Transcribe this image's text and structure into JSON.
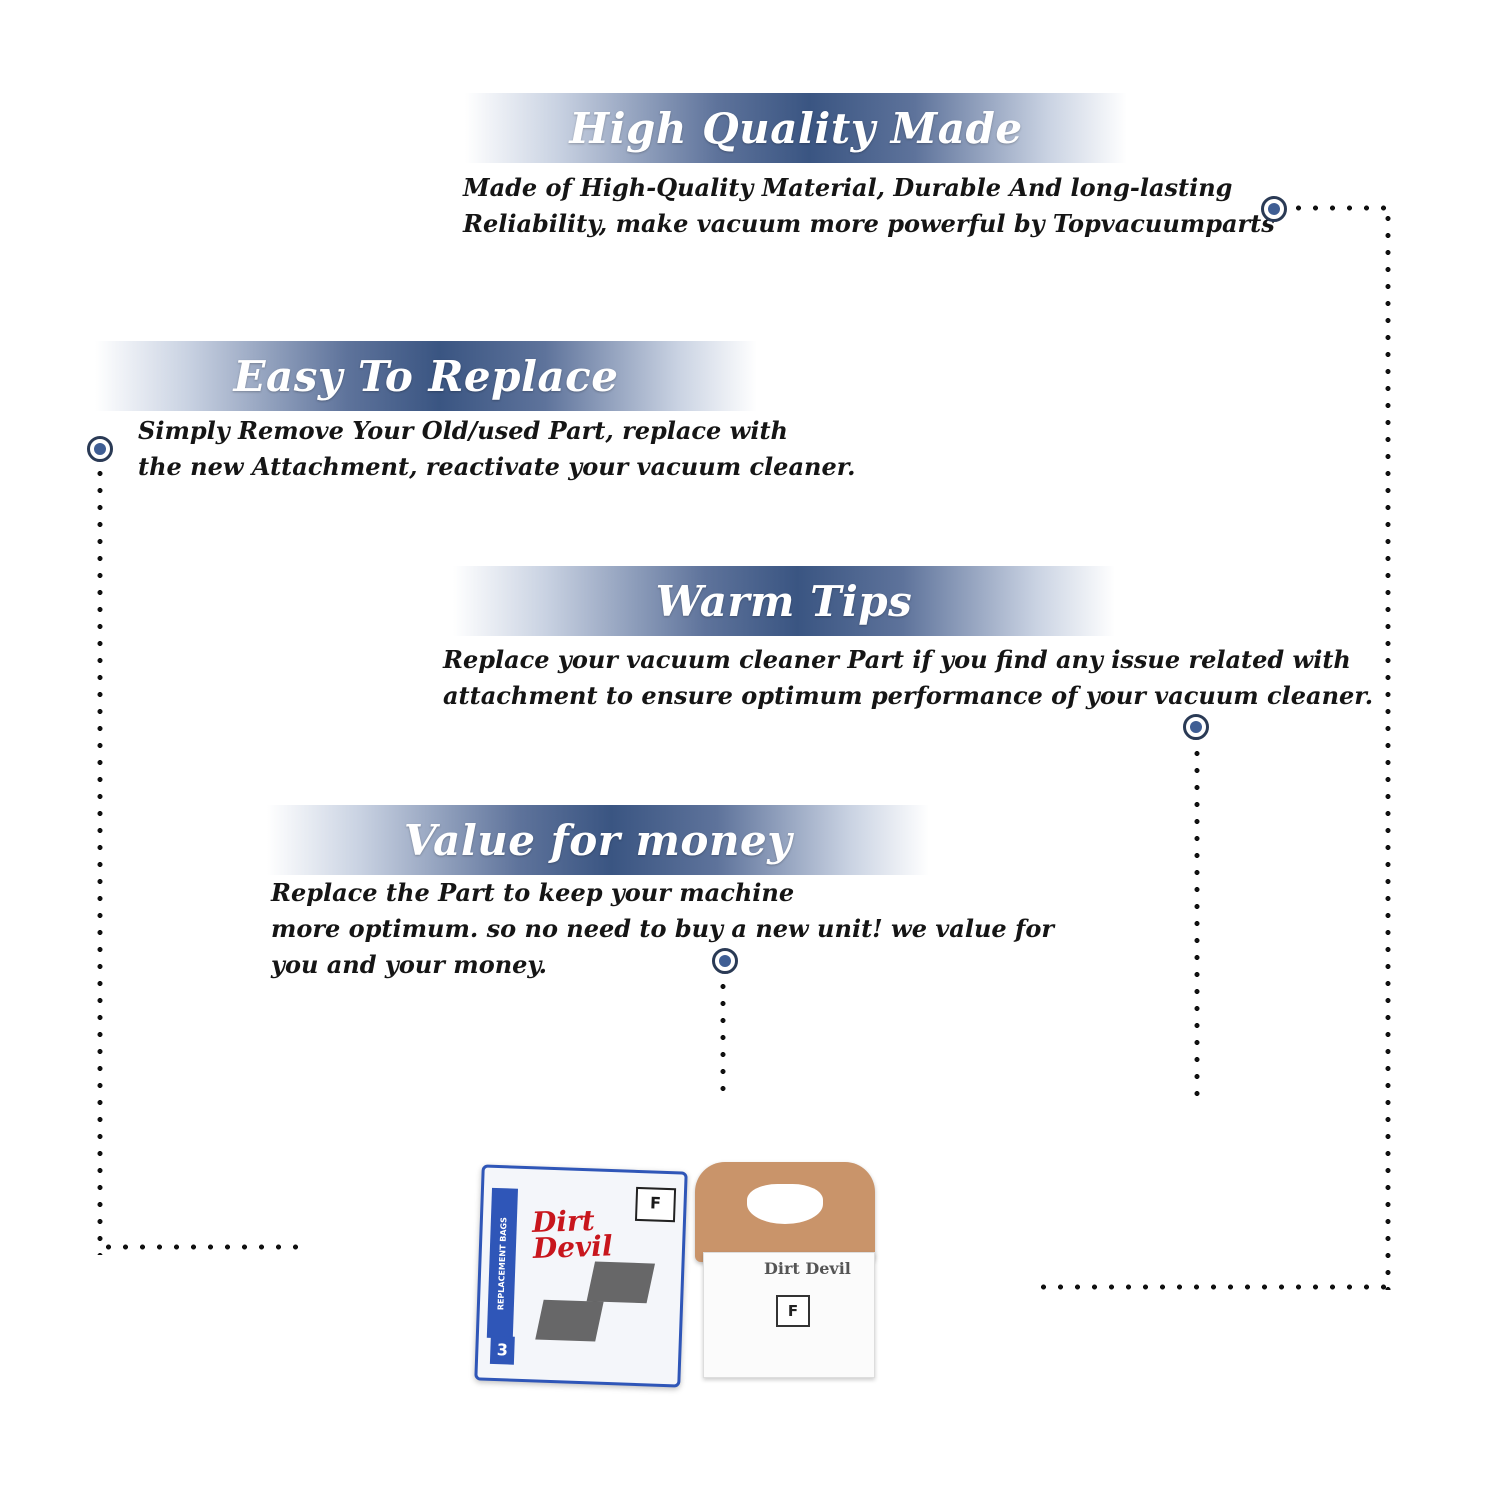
{
  "sections": [
    {
      "title": "High Quality Made",
      "lines": [
        "Made of  High-Quality Material, Durable And long-lasting",
        "Reliability, make vacuum more powerful by Topvacuumparts"
      ]
    },
    {
      "title": "Easy To Replace",
      "lines": [
        "Simply Remove Your Old/used Part, replace with",
        "the new Attachment, reactivate your vacuum cleaner."
      ]
    },
    {
      "title": "Warm Tips",
      "lines": [
        "Replace your vacuum cleaner Part if you find any issue related with",
        " attachment to ensure optimum performance of your vacuum cleaner."
      ]
    },
    {
      "title": "Value for money",
      "lines": [
        "Replace the Part to keep your machine",
        "more optimum. so no need to buy a new unit! we value for",
        "you and your money."
      ]
    }
  ],
  "product": {
    "pack_logo_line1": "Dirt",
    "pack_logo_line2": "Devil",
    "pack_strip": "REPLACEMENT BAGS",
    "pack_type": "F",
    "pack_count": "3",
    "bag_logo": "Dirt Devil",
    "bag_type": "F"
  },
  "colors": {
    "banner_dark": "#3a5582",
    "marker_fill": "#3f5e94",
    "brand_red": "#c8161d",
    "brand_blue": "#2f56b8",
    "bag_collar": "#c9946a"
  }
}
